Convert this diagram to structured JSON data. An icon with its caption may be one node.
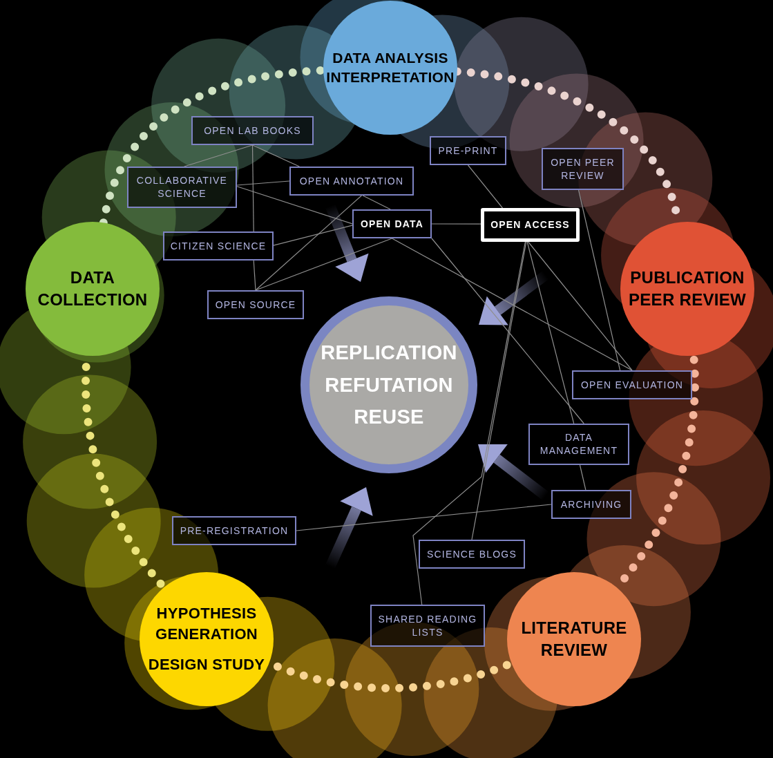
{
  "diagram": {
    "nodes": [
      {
        "text": [
          "DATA ANALYSIS INTERPRETATION"
        ]
      },
      {
        "text": [
          "PUBLICATION PEER REVIEW"
        ]
      },
      {
        "text": [
          "LITERATURE REVIEW"
        ]
      },
      {
        "text": [
          "HYPOTHESIS GENERATION",
          "DESIGN STUDY"
        ]
      },
      {
        "text": [
          "DATA COLLECTION"
        ]
      },
      {
        "text": [
          "REPLICATION REFUTATION REUSE"
        ]
      },
      {
        "text": [
          "OPEN LAB BOOKS"
        ]
      },
      {
        "text": [
          "COLLABORATIVE SCIENCE"
        ]
      },
      {
        "text": [
          "OPEN ANNOTATION"
        ]
      },
      {
        "text": [
          "PRE-PRINT"
        ]
      },
      {
        "text": [
          "OPEN PEER REVIEW"
        ]
      },
      {
        "text": [
          "OPEN DATA"
        ]
      },
      {
        "text": [
          "OPEN ACCESS"
        ]
      },
      {
        "text": [
          "CITIZEN SCIENCE"
        ]
      },
      {
        "text": [
          "OPEN SOURCE"
        ]
      },
      {
        "text": [
          "OPEN EVALUATION"
        ]
      },
      {
        "text": [
          "DATA MANAGEMENT"
        ]
      },
      {
        "text": [
          "ARCHIVING"
        ]
      },
      {
        "text": [
          "PRE-REGISTRATION"
        ]
      },
      {
        "text": [
          "SCIENCE BLOGS"
        ]
      },
      {
        "text": [
          "SHARED READING LISTS"
        ]
      }
    ],
    "edges": [
      {
        "from": 6,
        "to": 7,
        "arrow": "none"
      },
      {
        "from": 6,
        "to": 8,
        "arrow": "none"
      },
      {
        "from": 6,
        "to": 13,
        "arrow": "none"
      },
      {
        "from": 7,
        "to": 8,
        "arrow": "none"
      },
      {
        "from": 7,
        "to": 11,
        "arrow": "none"
      },
      {
        "from": 8,
        "to": 11,
        "arrow": "none"
      },
      {
        "from": 8,
        "to": 14,
        "arrow": "none"
      },
      {
        "from": 13,
        "to": 11,
        "arrow": "none"
      },
      {
        "from": 13,
        "to": 14,
        "arrow": "none"
      },
      {
        "from": 11,
        "to": 14,
        "arrow": "none"
      },
      {
        "from": 11,
        "to": 12,
        "arrow": "none"
      },
      {
        "from": 11,
        "to": 15,
        "arrow": "none"
      },
      {
        "from": 11,
        "to": 16,
        "arrow": "none"
      },
      {
        "from": 9,
        "to": 12,
        "arrow": "none"
      },
      {
        "from": 12,
        "to": 15,
        "arrow": "none"
      },
      {
        "from": 12,
        "to": 16,
        "arrow": "none"
      },
      {
        "from": 12,
        "to": 19,
        "arrow": "none"
      },
      {
        "from": 12,
        "to": 20,
        "arrow": "none"
      },
      {
        "from": 10,
        "to": 15,
        "arrow": "none"
      },
      {
        "from": 16,
        "to": 17,
        "arrow": "none"
      },
      {
        "from": 17,
        "to": 18,
        "arrow": "none"
      },
      {
        "from": 4,
        "to": 0,
        "arrow": "none",
        "style": "dashed",
        "color": "#cfe2c2"
      },
      {
        "from": 0,
        "to": 1,
        "arrow": "none",
        "style": "dashed",
        "color": "#ead3cf"
      },
      {
        "from": 1,
        "to": 2,
        "arrow": "none",
        "style": "dashed",
        "color": "#f4b49a"
      },
      {
        "from": 2,
        "to": 3,
        "arrow": "none",
        "style": "dashed",
        "color": "#f8d492"
      },
      {
        "from": 3,
        "to": 4,
        "arrow": "none",
        "style": "dashed",
        "color": "#ece47c"
      }
    ]
  }
}
